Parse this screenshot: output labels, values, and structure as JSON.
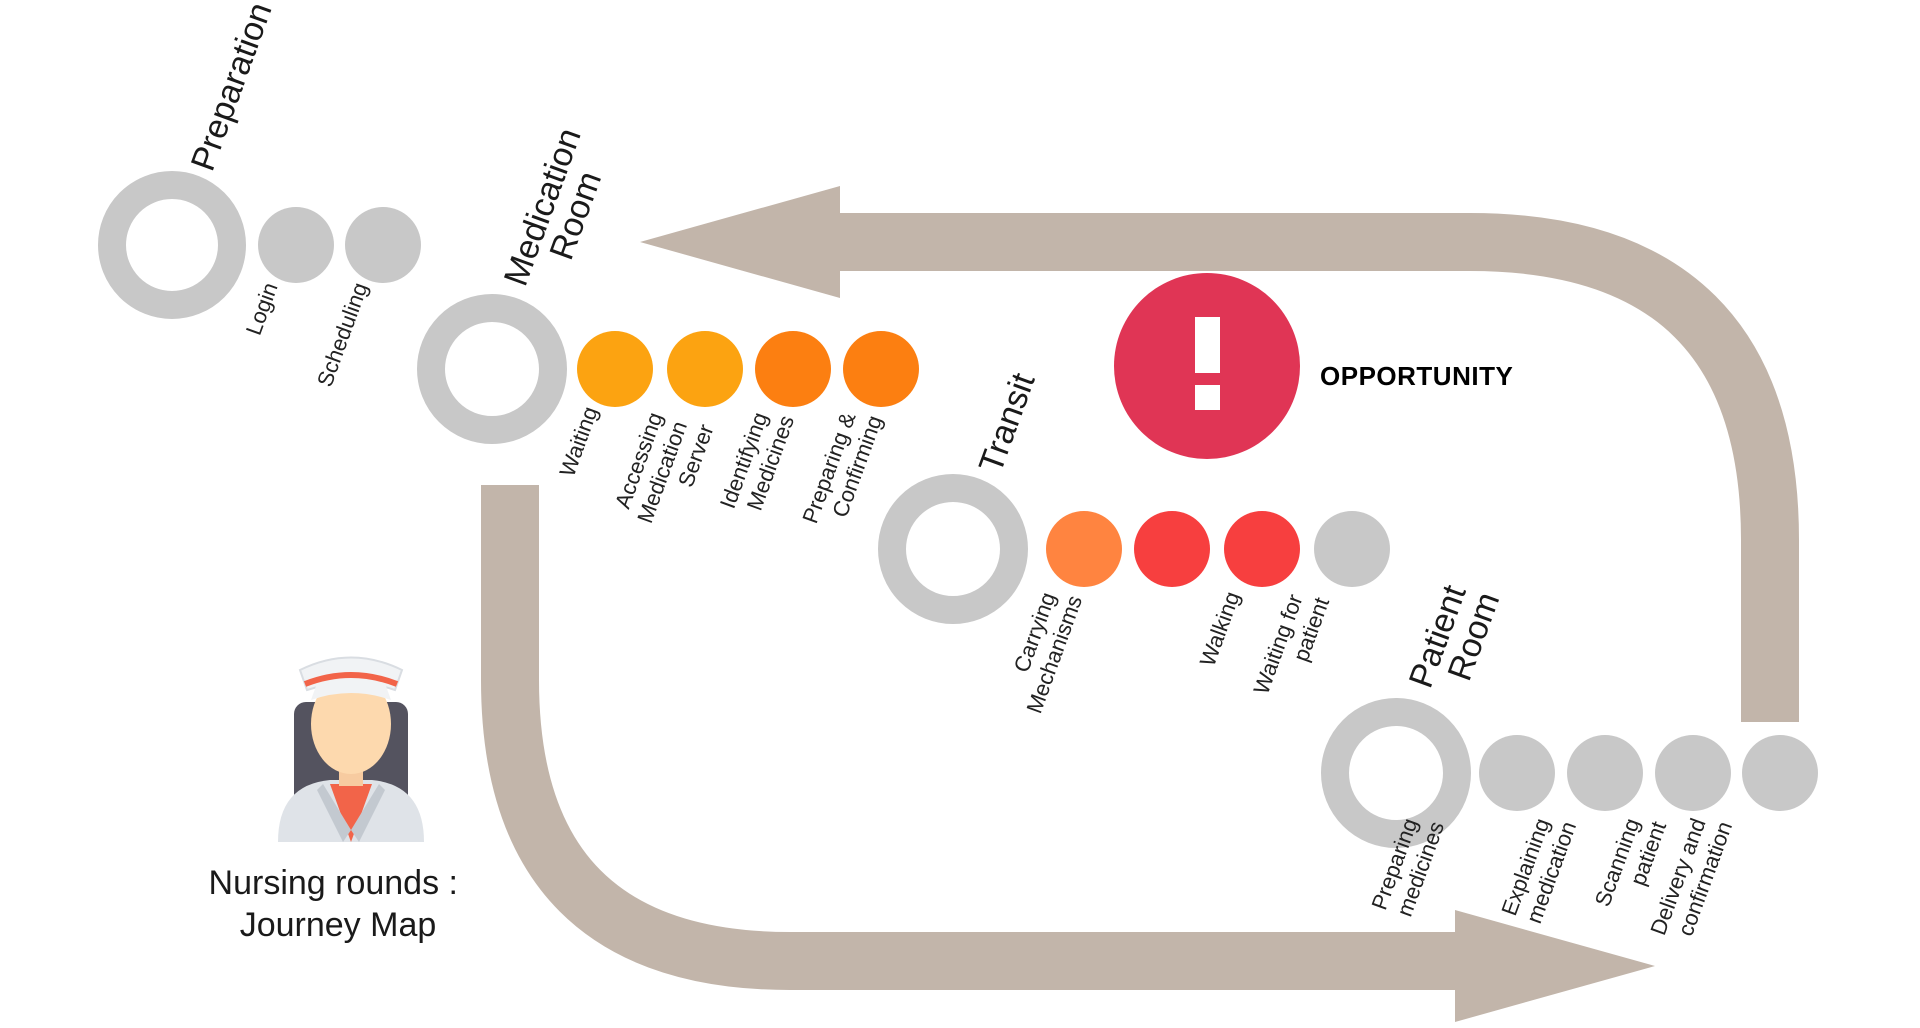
{
  "diagram": {
    "caption": {
      "line1": "Nursing rounds :",
      "line2": "Journey Map"
    },
    "opportunity": {
      "icon": "exclamation-icon",
      "label": "OPPORTUNITY",
      "color": "#e03555"
    },
    "flow_color": "#c2b5aa",
    "stages": [
      {
        "title": [
          "Preparation"
        ],
        "steps": [
          {
            "label": [
              "Login"
            ],
            "color": "#c8c8c8"
          },
          {
            "label": [
              "Scheduling"
            ],
            "color": "#c8c8c8"
          }
        ]
      },
      {
        "title": [
          "Medication",
          "Room"
        ],
        "steps": [
          {
            "label": [
              "Waiting"
            ],
            "color": "#fca311"
          },
          {
            "label": [
              "Accessing",
              "Medication",
              "Server"
            ],
            "color": "#fca311"
          },
          {
            "label": [
              "Identifying",
              "Medicines"
            ],
            "color": "#fc7f11"
          },
          {
            "label": [
              "Preparing &",
              "Confirming"
            ],
            "color": "#fc7f11"
          }
        ]
      },
      {
        "title": [
          "Transit"
        ],
        "steps": [
          {
            "label": [
              "Carrying",
              "Mechanisms"
            ],
            "color": "#ff8440"
          },
          {
            "label": [],
            "color": "#f73f3f"
          },
          {
            "label": [
              "Walking"
            ],
            "color": "#f73f3f"
          },
          {
            "label": [
              "Waiting for",
              "patient"
            ],
            "color": "#c8c8c8"
          }
        ]
      },
      {
        "title": [
          "Patient",
          "Room"
        ],
        "steps": [
          {
            "label": [
              "Preparing",
              "medicines"
            ],
            "color": "#c8c8c8"
          },
          {
            "label": [
              "Explaining",
              "medication"
            ],
            "color": "#c8c8c8"
          },
          {
            "label": [
              "Scanning",
              "patient"
            ],
            "color": "#c8c8c8"
          },
          {
            "label": [
              "Delivery and",
              "confirmation"
            ],
            "color": "#c8c8c8"
          }
        ]
      }
    ]
  }
}
